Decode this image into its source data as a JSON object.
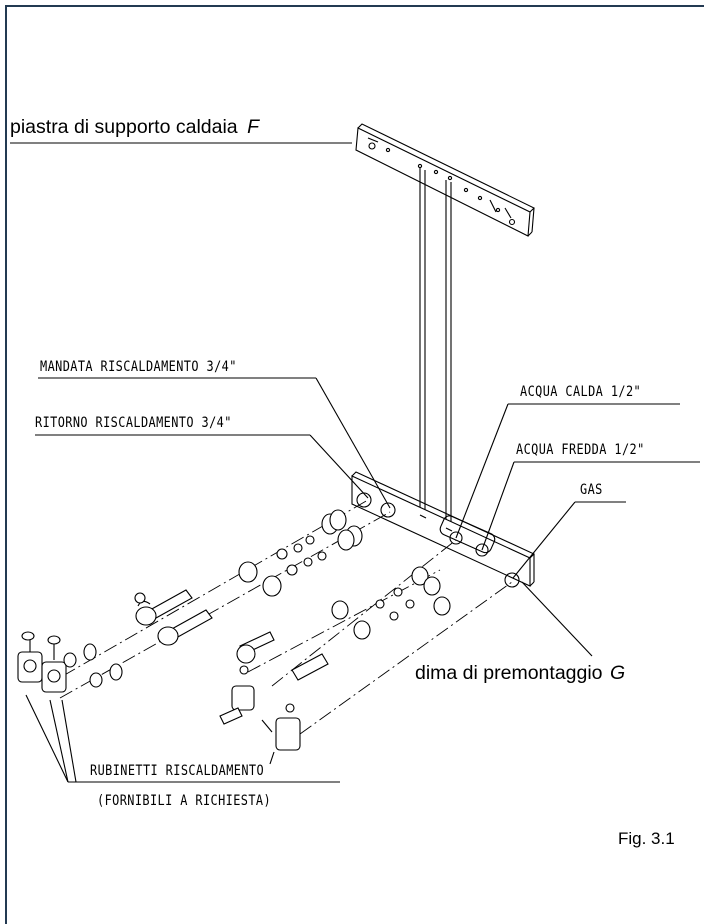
{
  "figure": {
    "caption": "Fig. 3.1",
    "support_plate": {
      "text": "piastra di supporto caldaia",
      "letter": "F"
    },
    "template": {
      "text": "dima di premontaggio",
      "letter": "G"
    },
    "labels": {
      "heating_flow": "MANDATA RISCALDAMENTO 3/4\"",
      "heating_return": "RITORNO RISCALDAMENTO 3/4\"",
      "hot_water": "ACQUA CALDA 1/2\"",
      "cold_water": "ACQUA FREDDA 1/2\"",
      "gas": "GAS",
      "valves_line1": "RUBINETTI RISCALDAMENTO",
      "valves_line2": "(FORNIBILI A RICHIESTA)"
    }
  },
  "colors": {
    "frame": "#233a52",
    "ink": "#000000"
  }
}
